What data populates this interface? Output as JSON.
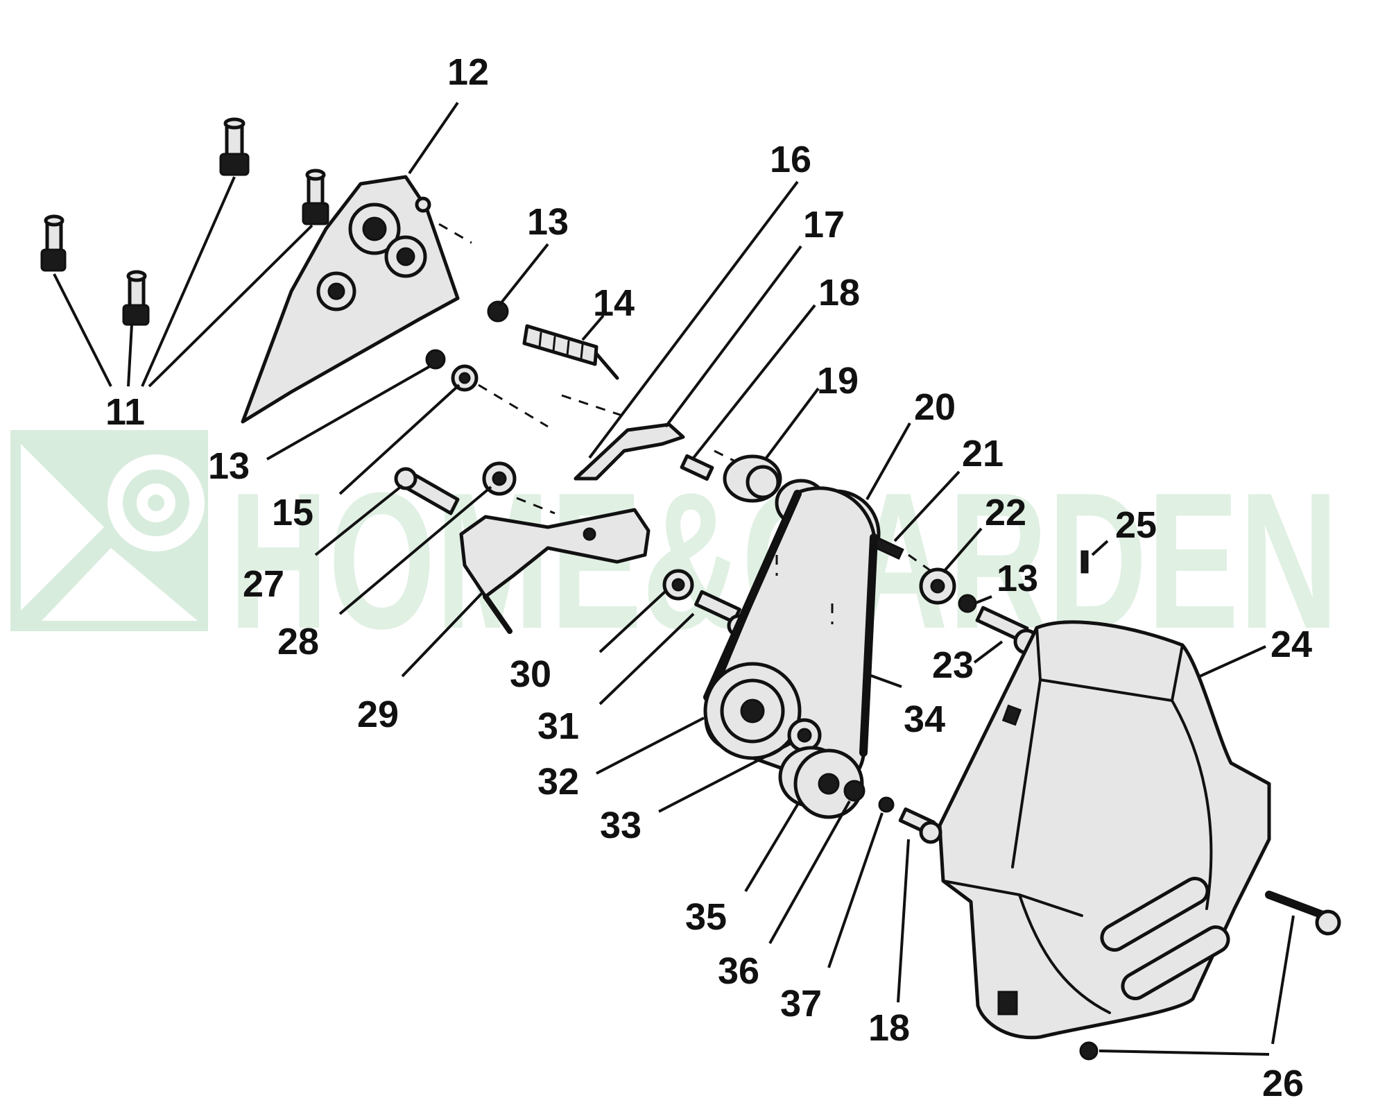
{
  "watermark": {
    "text": "HOME&GARDEN",
    "color": "#2e9a46"
  },
  "callouts": [
    {
      "id": "c11",
      "text": "11"
    },
    {
      "id": "c12",
      "text": "12"
    },
    {
      "id": "c13a",
      "text": "13"
    },
    {
      "id": "c14",
      "text": "14"
    },
    {
      "id": "c13b",
      "text": "13"
    },
    {
      "id": "c15",
      "text": "15"
    },
    {
      "id": "c16",
      "text": "16"
    },
    {
      "id": "c17",
      "text": "17"
    },
    {
      "id": "c18a",
      "text": "18"
    },
    {
      "id": "c19",
      "text": "19"
    },
    {
      "id": "c20",
      "text": "20"
    },
    {
      "id": "c21",
      "text": "21"
    },
    {
      "id": "c22",
      "text": "22"
    },
    {
      "id": "c25",
      "text": "25"
    },
    {
      "id": "c13c",
      "text": "13"
    },
    {
      "id": "c24",
      "text": "24"
    },
    {
      "id": "c23",
      "text": "23"
    },
    {
      "id": "c27",
      "text": "27"
    },
    {
      "id": "c28",
      "text": "28"
    },
    {
      "id": "c29",
      "text": "29"
    },
    {
      "id": "c30",
      "text": "30"
    },
    {
      "id": "c31",
      "text": "31"
    },
    {
      "id": "c34",
      "text": "34"
    },
    {
      "id": "c32",
      "text": "32"
    },
    {
      "id": "c33",
      "text": "33"
    },
    {
      "id": "c35",
      "text": "35"
    },
    {
      "id": "c36",
      "text": "36"
    },
    {
      "id": "c37",
      "text": "37"
    },
    {
      "id": "c18b",
      "text": "18"
    },
    {
      "id": "c26",
      "text": "26"
    }
  ]
}
